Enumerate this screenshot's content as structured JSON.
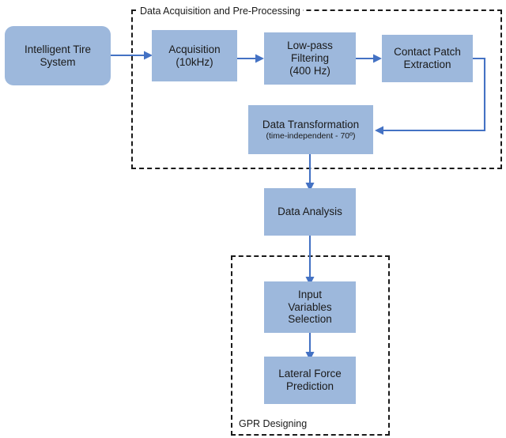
{
  "diagram": {
    "title_visible": false,
    "colors": {
      "node_fill": "#9DB8DC",
      "connector": "#4472C4",
      "group_border": "#1a1a1a",
      "text": "#1a1a1a",
      "background": "#ffffff"
    },
    "groups": [
      {
        "id": "group-data-acquisition",
        "label": "Data Acquisition and Pre-Processing"
      },
      {
        "id": "group-gpr-designing",
        "label": "GPR Designing"
      }
    ],
    "nodes": [
      {
        "id": "intelligent-tire-system",
        "lines": [
          "Intelligent Tire",
          "System"
        ],
        "sub": "",
        "shape": "rounded-rectangle"
      },
      {
        "id": "acquisition",
        "lines": [
          "Acquisition",
          "(10kHz)"
        ],
        "sub": "",
        "shape": "rectangle"
      },
      {
        "id": "low-pass-filtering",
        "lines": [
          "Low-pass",
          "Filtering",
          "(400 Hz)"
        ],
        "sub": "",
        "shape": "rectangle"
      },
      {
        "id": "contact-patch-extraction",
        "lines": [
          "Contact Patch",
          "Extraction"
        ],
        "sub": "",
        "shape": "rectangle"
      },
      {
        "id": "data-transformation",
        "lines": [
          "Data Transformation"
        ],
        "sub": "(time-independent - 70º)",
        "shape": "rectangle"
      },
      {
        "id": "data-analysis",
        "lines": [
          "Data Analysis"
        ],
        "sub": "",
        "shape": "rectangle"
      },
      {
        "id": "input-variables-selection",
        "lines": [
          "Input",
          "Variables",
          "Selection"
        ],
        "sub": "",
        "shape": "rectangle"
      },
      {
        "id": "lateral-force-prediction",
        "lines": [
          "Lateral Force",
          "Prediction"
        ],
        "sub": "",
        "shape": "rectangle"
      }
    ],
    "edges": [
      {
        "id": "edge-tire-to-acquisition",
        "from": "intelligent-tire-system",
        "to": "acquisition",
        "style": "straight-horizontal"
      },
      {
        "id": "edge-acquisition-to-filtering",
        "from": "acquisition",
        "to": "low-pass-filtering",
        "style": "straight-horizontal"
      },
      {
        "id": "edge-filtering-to-contact-patch",
        "from": "low-pass-filtering",
        "to": "contact-patch-extraction",
        "style": "straight-horizontal"
      },
      {
        "id": "edge-contact-patch-to-transformation",
        "from": "contact-patch-extraction",
        "to": "data-transformation",
        "style": "orthogonal-right-down-left"
      },
      {
        "id": "edge-transformation-to-analysis",
        "from": "data-transformation",
        "to": "data-analysis",
        "style": "straight-vertical"
      },
      {
        "id": "edge-analysis-to-input-variables",
        "from": "data-analysis",
        "to": "input-variables-selection",
        "style": "straight-vertical"
      },
      {
        "id": "edge-input-variables-to-lateral-force",
        "from": "input-variables-selection",
        "to": "lateral-force-prediction",
        "style": "straight-vertical"
      }
    ]
  }
}
